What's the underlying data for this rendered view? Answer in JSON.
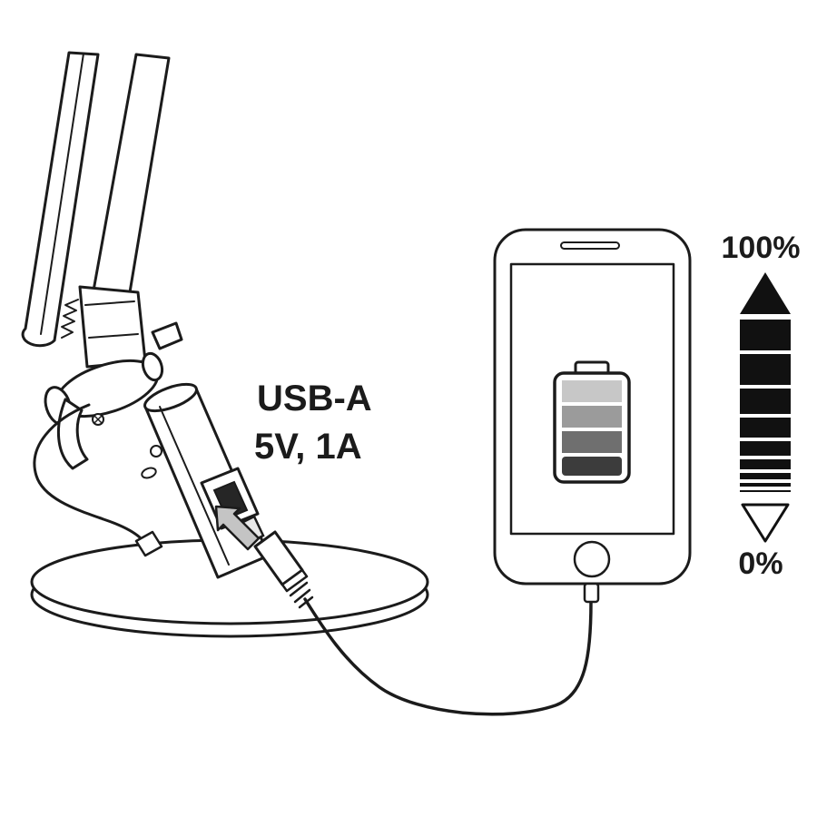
{
  "diagram": {
    "port_label": {
      "line1": "USB-A",
      "line2": "5V, 1A"
    },
    "charge_indicator": {
      "max_label": "100%",
      "min_label": "0%",
      "up_icon": "filled-triangle-up",
      "down_icon": "outline-triangle-down"
    },
    "battery_icon": {
      "segments": [
        {
          "name": "segment-top",
          "color": "#c7c7c7"
        },
        {
          "name": "segment-upper-mid",
          "color": "#9b9b9b"
        },
        {
          "name": "segment-lower-mid",
          "color": "#6f6f6f"
        },
        {
          "name": "segment-bottom",
          "color": "#3c3c3c"
        }
      ]
    },
    "insert_arrow_icon": "block-arrow-up-left",
    "colors": {
      "line": "#1b1b1b",
      "background": "#ffffff",
      "arrow_fill": "#c4c4c4",
      "port_slot": "#262626"
    }
  }
}
